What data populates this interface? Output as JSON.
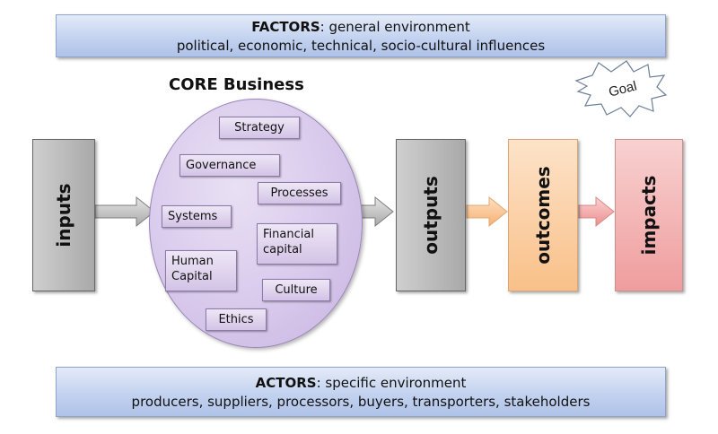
{
  "factors": {
    "heading": "FACTORS",
    "heading_rest": ": general environment",
    "line2": "political, economic, technical, socio-cultural influences"
  },
  "core": {
    "title": "CORE Business",
    "items": {
      "strategy": "Strategy",
      "governance": "Governance",
      "processes": "Processes",
      "systems": "Systems",
      "financial_capital_1": "Financial",
      "financial_capital_2": "capital",
      "human_capital_1": "Human",
      "human_capital_2": "Capital",
      "culture": "Culture",
      "ethics": "Ethics"
    }
  },
  "flow": {
    "inputs": "inputs",
    "outputs": "outputs",
    "outcomes": "outcomes",
    "impacts": "impacts"
  },
  "goal": "Goal",
  "actors": {
    "heading": "ACTORS",
    "heading_rest": ": specific environment",
    "line2": "producers, suppliers, processors, buyers, transporters,  stakeholders"
  },
  "colors": {
    "banner_blue": "#c3d2ef",
    "core_purple": "#d8c9ec",
    "box_gray": "#bdbdbd",
    "outcomes_orange": "#f9c089",
    "impacts_pink": "#ef9d9d"
  }
}
